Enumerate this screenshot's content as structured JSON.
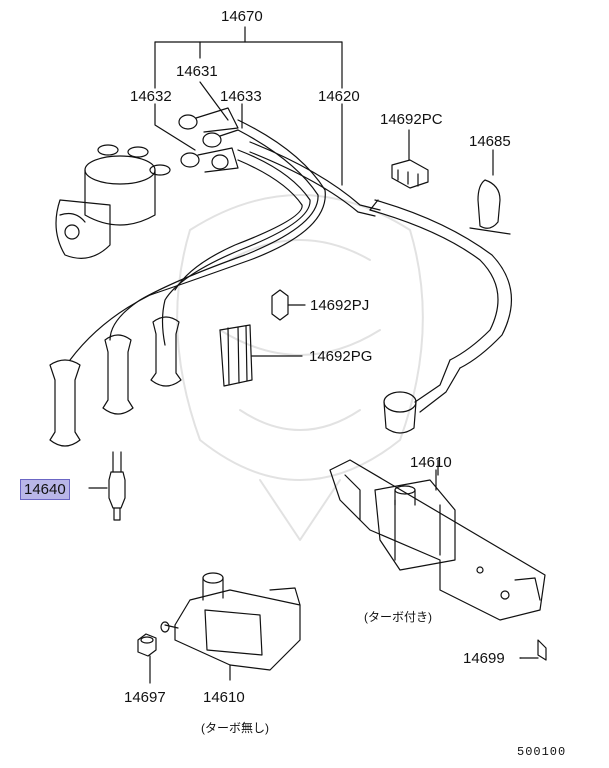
{
  "labels": {
    "p14670": "14670",
    "p14631": "14631",
    "p14632": "14632",
    "p14633": "14633",
    "p14620": "14620",
    "p14692pc": "14692PC",
    "p14685": "14685",
    "p14692pj": "14692PJ",
    "p14692pg": "14692PG",
    "p14640": "14640",
    "p14610_turbo": "14610",
    "turbo_note": "(ターボ付き)",
    "p14699": "14699",
    "p14697": "14697",
    "p14610_nonturbo": "14610",
    "nonturbo_note": "(ターボ無し)",
    "diagram_code": "500100"
  },
  "highlight_color": "#b9b6e8"
}
